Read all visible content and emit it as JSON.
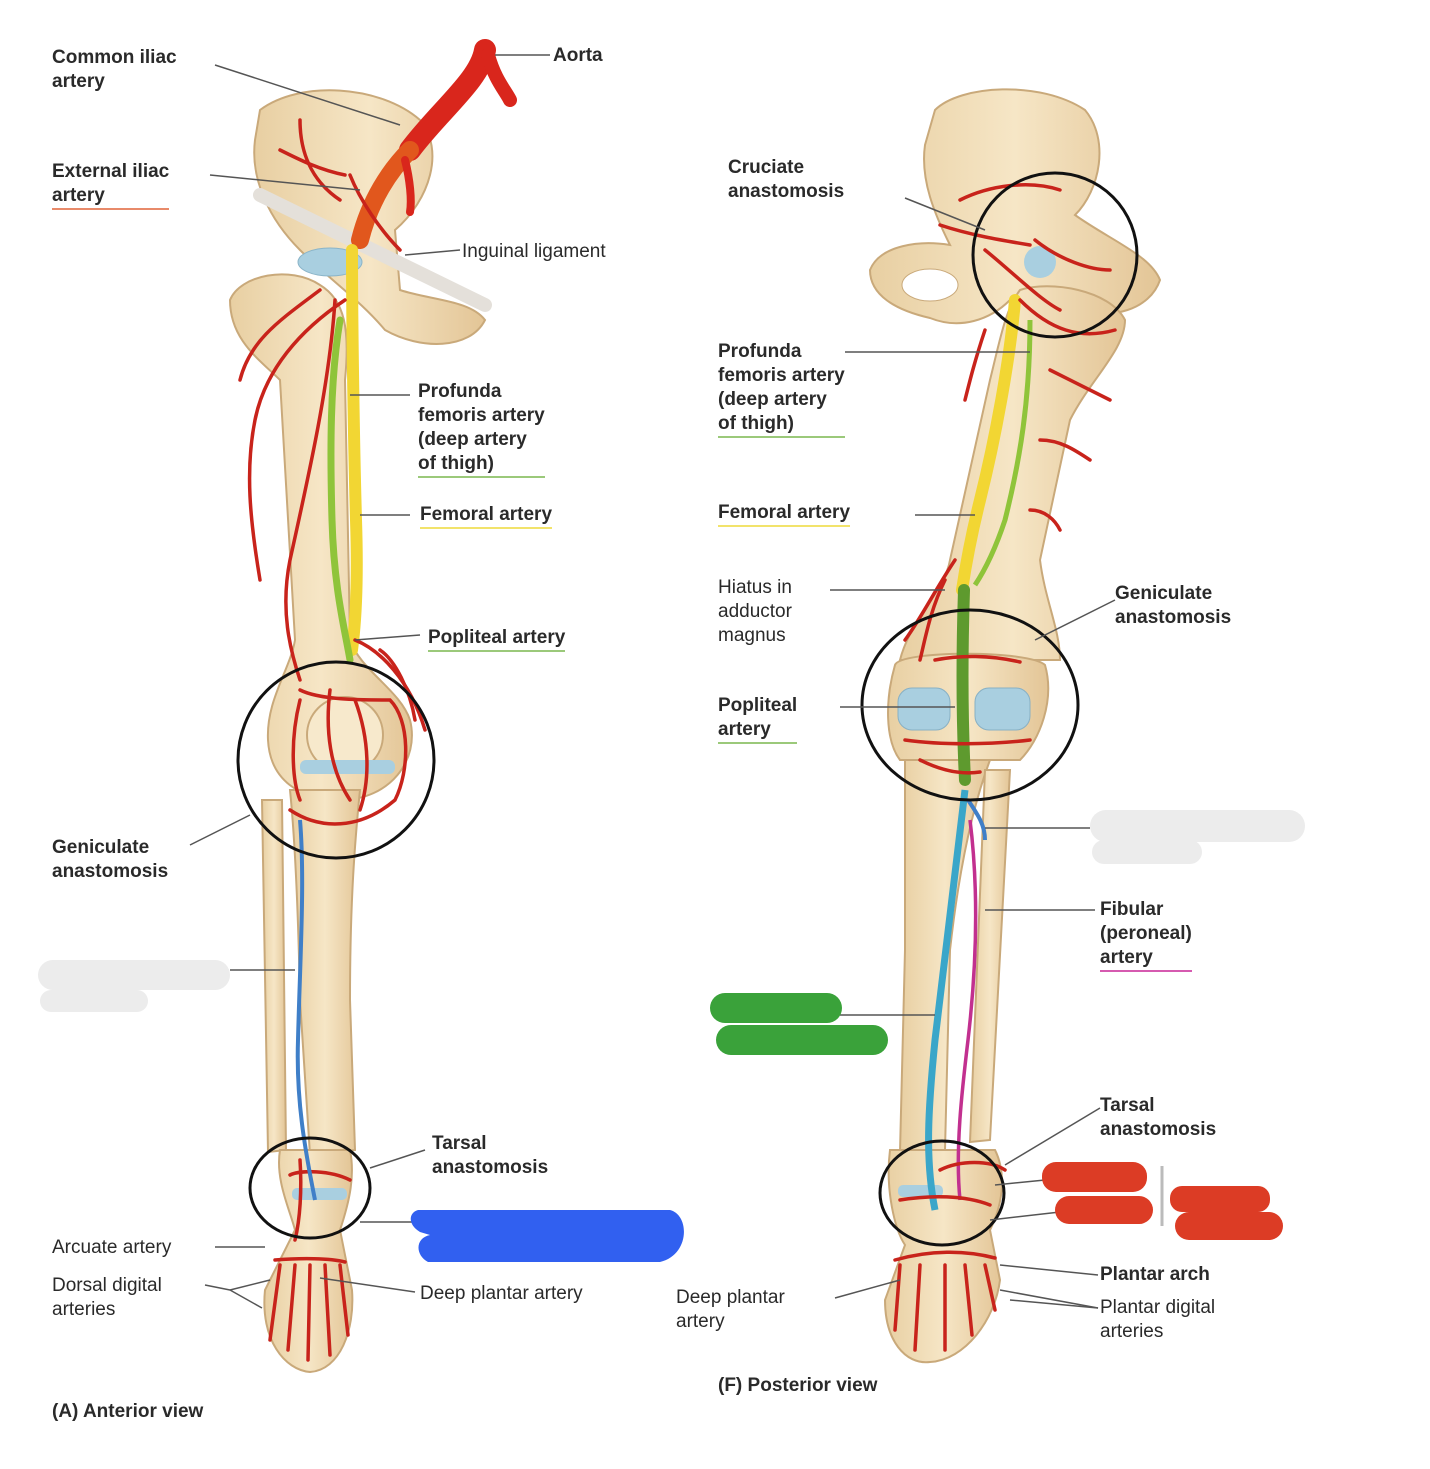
{
  "labels": {
    "aorta": "Aorta",
    "common_iliac": "Common iliac\nartery",
    "external_iliac": "External iliac\nartery",
    "inguinal_ligament": "Inguinal ligament",
    "profunda_anterior": "Profunda\nfemoris artery\n(deep artery\nof thigh)",
    "femoral_anterior": "Femoral artery",
    "popliteal_anterior": "Popliteal artery",
    "geniculate_anterior": "Geniculate\nanastomosis",
    "tarsal_anterior": "Tarsal\nanastomosis",
    "arcuate": "Arcuate artery",
    "dorsal_digital": "Dorsal digital\narteries",
    "deep_plantar_anterior": "Deep plantar artery",
    "anterior_caption": "(A) Anterior view",
    "cruciate": "Cruciate\nanastomosis",
    "profunda_posterior": "Profunda\nfemoris artery\n(deep artery\nof thigh)",
    "femoral_posterior": "Femoral artery",
    "hiatus": "Hiatus in\nadductor\nmagnus",
    "geniculate_posterior": "Geniculate\nanastomosis",
    "popliteal_posterior": "Popliteal\nartery",
    "fibular": "Fibular\n(peroneal)\nartery",
    "tarsal_posterior": "Tarsal\nanastomosis",
    "plantar_arch": "Plantar arch",
    "plantar_digital": "Plantar digital\narteries",
    "deep_plantar_posterior": "Deep plantar\nartery",
    "posterior_caption": "(F) Posterior view"
  },
  "colors": {
    "artery": "#c8231b",
    "bone": "#f1dcb4",
    "bone_edge": "#c9a97a",
    "femoral": "#f2d633",
    "profunda": "#8fc43a",
    "popliteal": "#5e9a2e",
    "tibial": "#3f7fc8",
    "posterior_tibial": "#3aa6c9",
    "fibular": "#c2308f",
    "cartilage": "#a9cfe0",
    "redact_blue": "#3160f0",
    "redact_green": "#3aa23a",
    "redact_red": "#dc3c25",
    "redact_gray": "#ececec"
  }
}
